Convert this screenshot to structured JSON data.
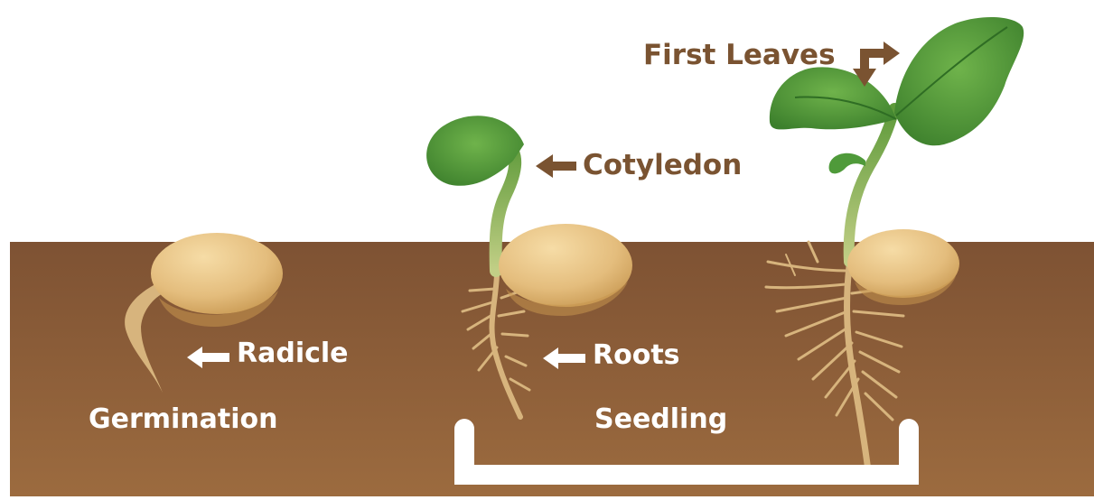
{
  "labels": {
    "first_leaves": "First Leaves",
    "cotyledon": "Cotyledon",
    "radicle": "Radicle",
    "roots": "Roots",
    "germination": "Germination",
    "seedling": "Seedling"
  },
  "colors": {
    "soil_top": "#7e5233",
    "soil_bottom": "#9c6b3f",
    "seed": "#e4bd7d",
    "seed_shadow": "#c6964f",
    "root": "#d7b47d",
    "stem": "#a9c06a",
    "leaf": "#4f9a3a",
    "leaf_dark": "#357a28",
    "brown_label": "#7a5331",
    "white_label": "#ffffff"
  }
}
